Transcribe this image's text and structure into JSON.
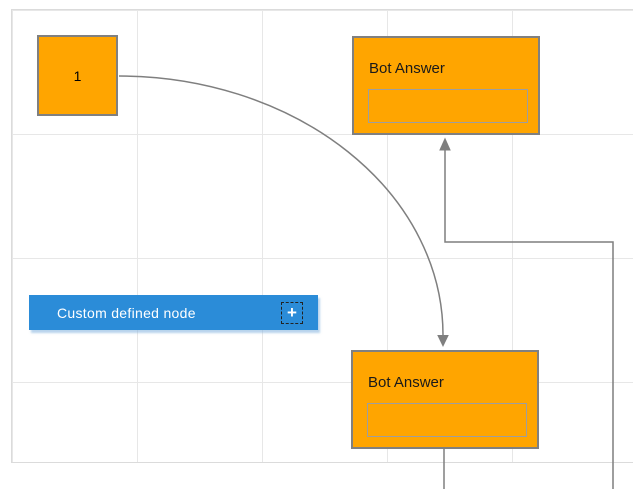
{
  "diagram": {
    "nodes": [
      {
        "id": "start",
        "type": "square",
        "label": "1"
      },
      {
        "id": "bot-answer-top",
        "type": "card",
        "title": "Bot Answer",
        "field_value": ""
      },
      {
        "id": "bot-answer-bottom",
        "type": "card",
        "title": "Bot Answer",
        "field_value": ""
      },
      {
        "id": "custom-defined",
        "type": "bar",
        "label": "Custom defined node",
        "action_icon": "plus-icon",
        "action_glyph": "+"
      }
    ],
    "connectors": [
      {
        "id": "curve",
        "from": "start",
        "to": "bot-answer-bottom",
        "style": "curved",
        "arrow": "end"
      },
      {
        "id": "elbow",
        "from": "offscreen-bottom",
        "to": "bot-answer-top",
        "style": "elbow",
        "arrow": "end"
      },
      {
        "id": "tail",
        "from": "bot-answer-bottom",
        "to": "offscreen-bottom",
        "style": "straight",
        "arrow": "none"
      }
    ],
    "colors": {
      "node_fill": "#FFA500",
      "node_border": "#808080",
      "custom_fill": "#2B8CD8",
      "connector": "#7F7F7F",
      "grid_line": "#E7E7E7",
      "canvas_border": "#DBDBDB"
    }
  }
}
